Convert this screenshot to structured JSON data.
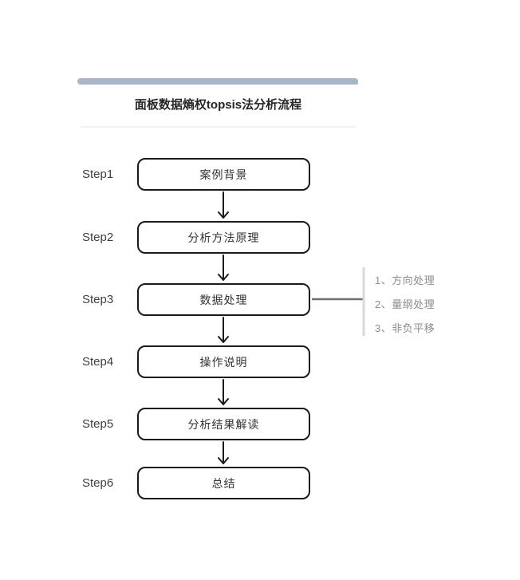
{
  "diagram": {
    "title": "面板数据熵权topsis法分析流程",
    "steps": [
      {
        "label": "Step1",
        "text": "案例背景"
      },
      {
        "label": "Step2",
        "text": "分析方法原理"
      },
      {
        "label": "Step3",
        "text": "数据处理"
      },
      {
        "label": "Step4",
        "text": "操作说明"
      },
      {
        "label": "Step5",
        "text": "分析结果解读"
      },
      {
        "label": "Step6",
        "text": "总结"
      }
    ],
    "step3_notes": [
      "1、方向处理",
      "2、量纲处理",
      "3、非负平移"
    ],
    "colors": {
      "accent_bar": "#a9b6c8",
      "box_border": "#1a1a1a",
      "box_text": "#333333",
      "step_label_text": "#404040",
      "note_text": "#8c8c8c",
      "note_rule": "#d8d8d8",
      "connector_line": "#6f6f6f",
      "separator": "#f2f2f2"
    }
  }
}
